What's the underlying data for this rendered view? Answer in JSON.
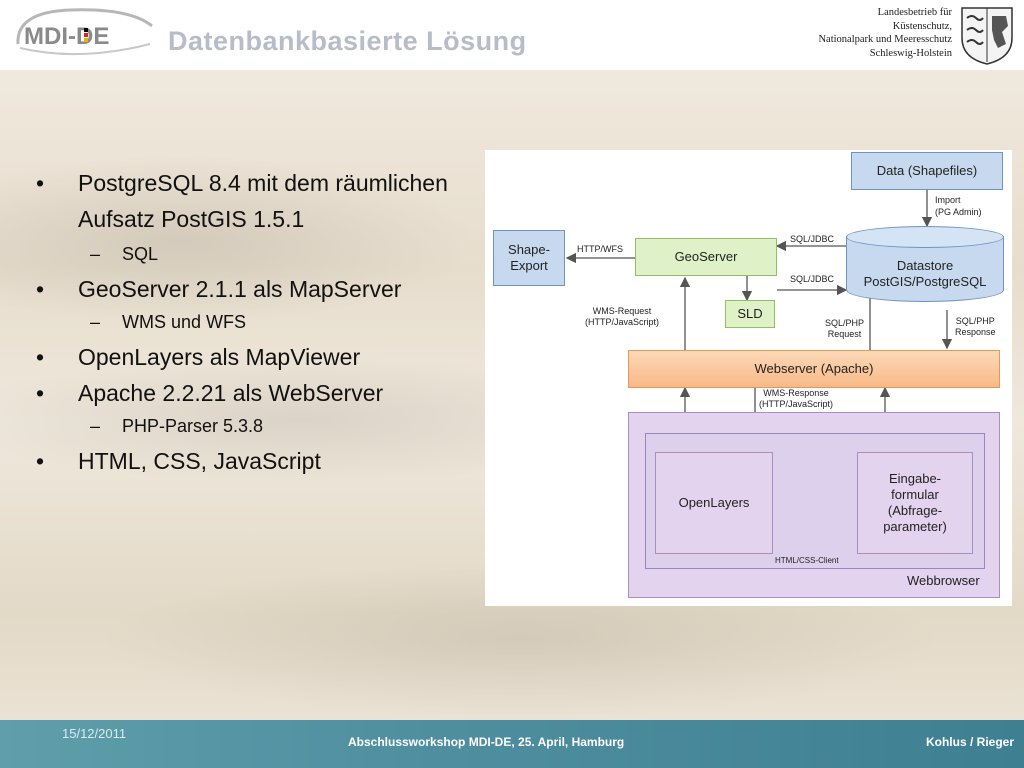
{
  "header": {
    "logo_text": "MDI-DE",
    "title": "Datenbankbasierte Lösung",
    "agency_lines": [
      "Landesbetrieb für",
      "Küstenschutz,",
      "Nationalpark und Meeresschutz",
      "Schleswig-Holstein"
    ]
  },
  "bullets": {
    "item1_line1": "PostgreSQL 8.4 mit dem räumlichen",
    "item1_line2": "Aufsatz PostGIS 1.5.1",
    "item1_sub": "SQL",
    "item2": "GeoServer 2.1.1 als MapServer",
    "item2_sub": "WMS und WFS",
    "item3": "OpenLayers als MapViewer",
    "item4": "Apache 2.2.21 als WebServer",
    "item4_sub": "PHP-Parser 5.3.8",
    "item5": "HTML, CSS, JavaScript",
    "bullet_char": "•",
    "dash_char": "–"
  },
  "diagram": {
    "data_box": "Data (Shapefiles)",
    "import_label": [
      "Import",
      "(PG Admin)"
    ],
    "shape_export": [
      "Shape-",
      "Export"
    ],
    "http_wfs": "HTTP/WFS",
    "geoserver": "GeoServer",
    "sql_jdbc_top": "SQL/JDBC",
    "sql_jdbc_bottom": "SQL/JDBC",
    "datastore": [
      "Datastore",
      "PostGIS/PostgreSQL"
    ],
    "sld": "SLD",
    "wms_request": [
      "WMS-Request",
      "(HTTP/JavaScript)"
    ],
    "sql_php_request": [
      "SQL/PHP",
      "Request"
    ],
    "sql_php_response": [
      "SQL/PHP",
      "Response"
    ],
    "webserver": "Webserver (Apache)",
    "wms_response": [
      "WMS-Response",
      "(HTTP/JavaScript)"
    ],
    "openlayers": "OpenLayers",
    "eingabe": [
      "Eingabe-",
      "formular",
      "(Abfrage-",
      "parameter)"
    ],
    "client": "HTML/CSS-Client",
    "webbrowser": "Webbrowser"
  },
  "footer": {
    "date": "15/12/2011",
    "workshop": "Abschlussworkshop MDI-DE, 25. April, Hamburg",
    "authors": "Kohlus / Rieger"
  },
  "colors": {
    "footer_bar": "#4f8fa0",
    "title": "#b8bcc9",
    "blue_box": "#c7d9ee",
    "green_box": "#dff2c7",
    "orange_box": "#f8b987",
    "purple_box": "#e3d3ef"
  }
}
